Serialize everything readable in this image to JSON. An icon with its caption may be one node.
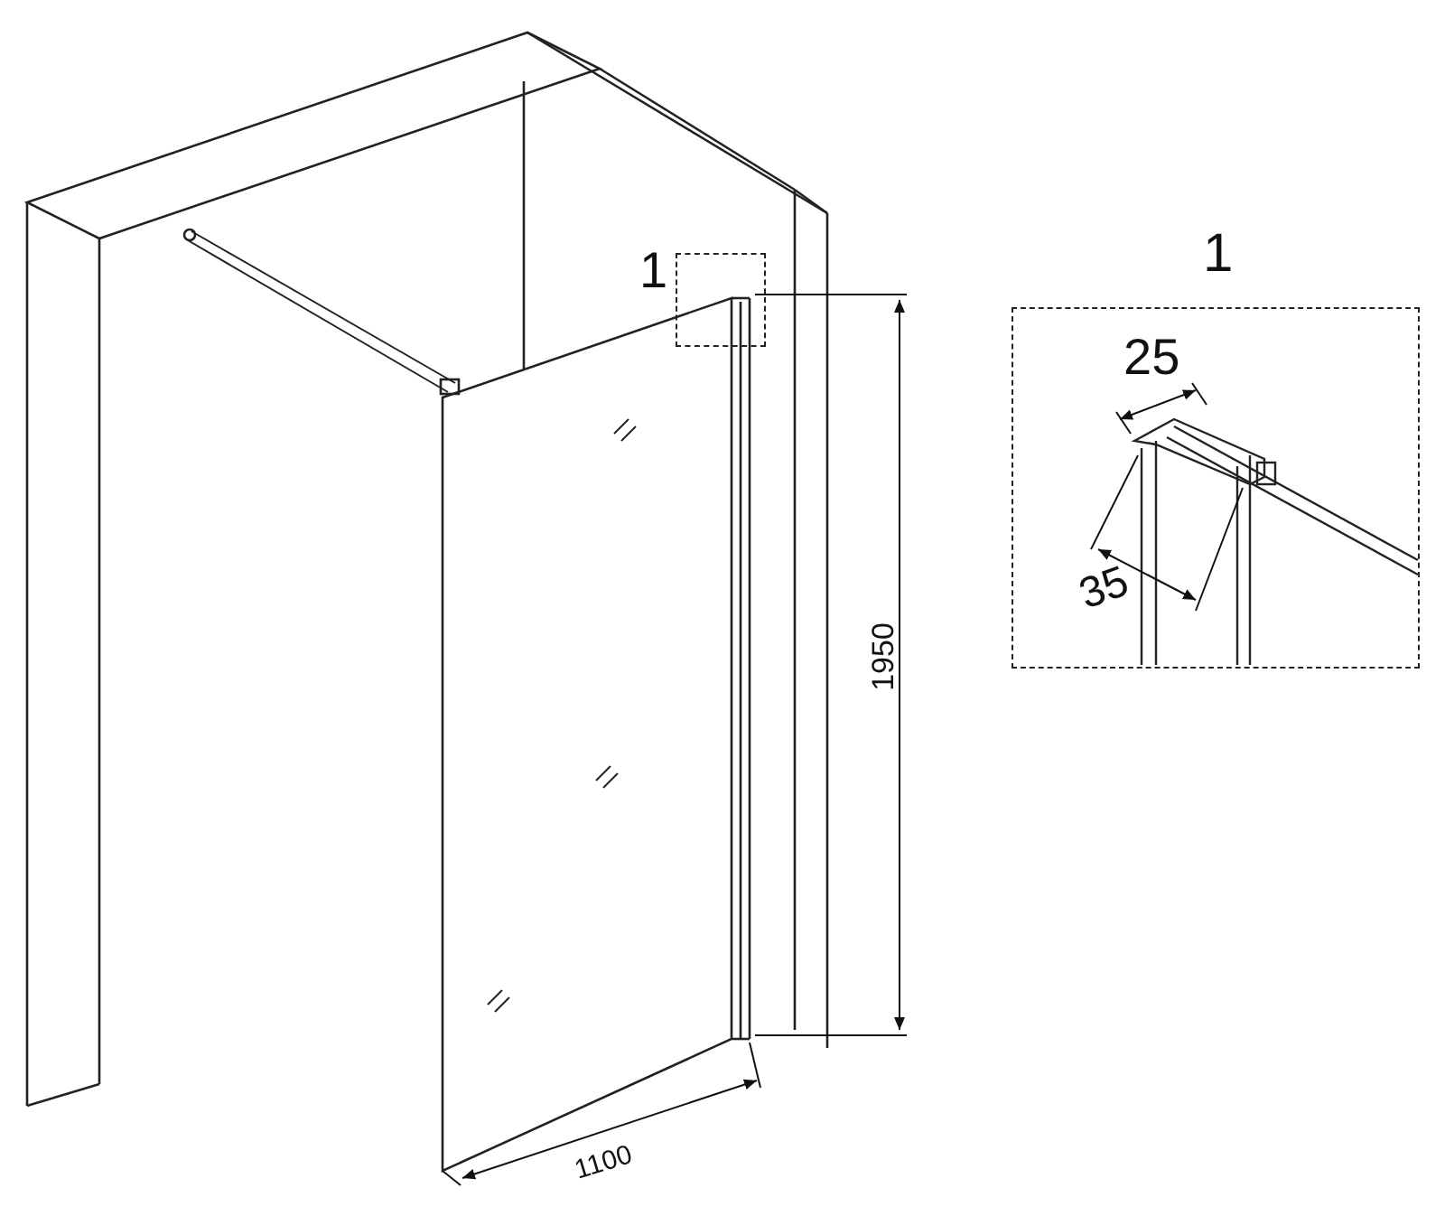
{
  "diagram": {
    "nodes": [
      {
        "text": [
          "1"
        ]
      },
      {
        "text": [
          "1"
        ]
      }
    ],
    "labels": [
      "1950",
      "1100",
      "25",
      "35"
    ]
  }
}
